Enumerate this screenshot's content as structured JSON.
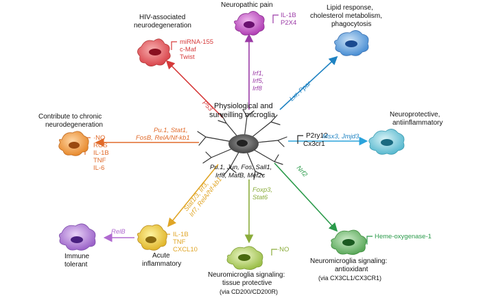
{
  "colors": {
    "red": "#d63a3a",
    "purple": "#9b3aa6",
    "blue": "#1e82c2",
    "orange": "#e06a2a",
    "yellow": "#e0a526",
    "violet": "#b06ad0",
    "lightgreen": "#8aac3a",
    "green": "#2a9a4a",
    "gray": "#555555"
  },
  "center": {
    "title": [
      "Physiological and",
      "surveilling microglia"
    ],
    "right_genes": [
      "P2ry12",
      "Cx3cr1"
    ],
    "bottom_factors": [
      "Pu.1, Jun, Fos, Sall1,",
      "Irf8, MafB, Mef2c"
    ]
  },
  "states": {
    "hiv": {
      "title": [
        "HIV-associated",
        "neurodegeneration"
      ],
      "markers": [
        "miRNA-155",
        "c-Maf",
        "Twist"
      ],
      "regulator": "P53"
    },
    "pain": {
      "title": [
        "Neuropathic pain"
      ],
      "markers": [
        "IL-1B",
        "P2X4"
      ],
      "regulators": [
        "Irf1,",
        "Irf5,",
        "Irf8"
      ]
    },
    "lipid": {
      "title": [
        "Lipid response,",
        "cholesterol metabolism,",
        "phagocytosis"
      ],
      "regulator": "Lxr, Ppar"
    },
    "chronic": {
      "title": [
        "Contribute to chronic",
        "neurodegeneration"
      ],
      "markers": [
        "·NO",
        "ROS",
        "IL-1B",
        "TNF",
        "IL-6"
      ],
      "regulators": [
        "Pu.1, Stat1,",
        "FosB, RelA/Nf-kb1"
      ]
    },
    "neuroprotective": {
      "title": [
        "Neuroprotective,",
        "antiinflammatory"
      ],
      "regulator": "Msx3, Jmjd3"
    },
    "acute": {
      "title": [
        "Acute",
        "inflammatory"
      ],
      "markers": [
        "IL-1B",
        "TNF",
        "CXCL10"
      ],
      "regulators": [
        "Stat1/3, Irf3,",
        "Irf7, RelA/Nf-kb1"
      ]
    },
    "tolerant": {
      "title": [
        "Immune",
        "tolerant"
      ],
      "regulator": "RelB"
    },
    "tissue": {
      "title": [
        "Neuromicroglia signaling:",
        "tissue protective"
      ],
      "note": "(via CD200/CD200R)",
      "markers": [
        "·NO"
      ],
      "regulators": [
        "Foxp3,",
        "Stat6"
      ]
    },
    "antioxidant": {
      "title": [
        "Neuromicroglia signaling:",
        "antioxidant"
      ],
      "note": "(via CX3CL1/CX3CR1)",
      "markers": [
        "Heme-oxygenase-1"
      ],
      "regulator": "Nrf2"
    }
  }
}
